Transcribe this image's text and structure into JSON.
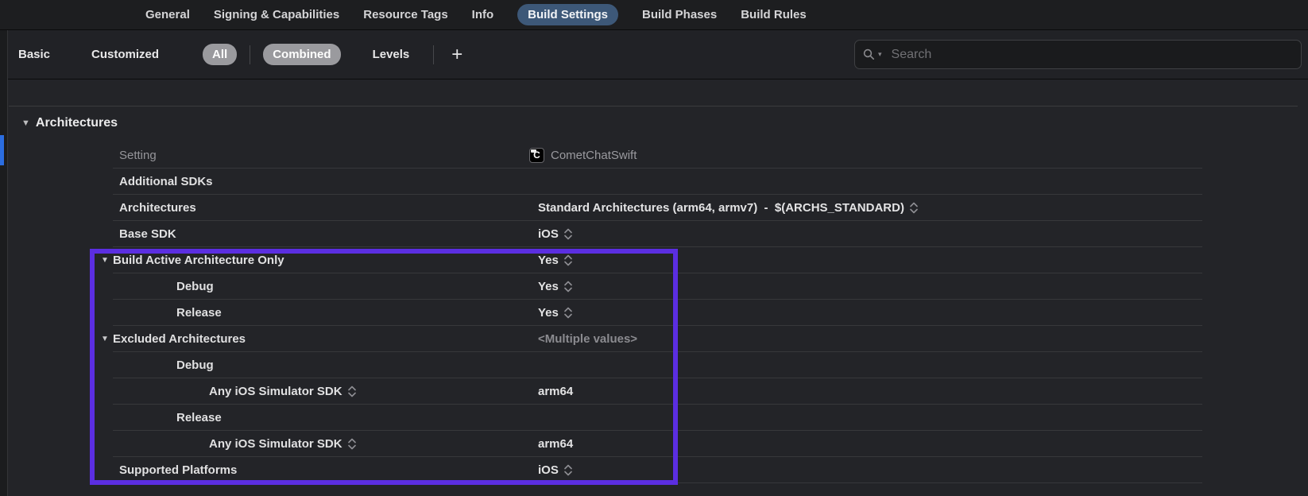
{
  "tabs": {
    "items": [
      {
        "label": "General",
        "selected": false
      },
      {
        "label": "Signing & Capabilities",
        "selected": false
      },
      {
        "label": "Resource Tags",
        "selected": false
      },
      {
        "label": "Info",
        "selected": false
      },
      {
        "label": "Build Settings",
        "selected": true
      },
      {
        "label": "Build Phases",
        "selected": false
      },
      {
        "label": "Build Rules",
        "selected": false
      }
    ],
    "selected_pill_color": "#3d5878"
  },
  "scope_bar": {
    "basic": "Basic",
    "customized": "Customized",
    "all": "All",
    "combined": "Combined",
    "levels": "Levels",
    "add": "+",
    "pill_color": "#9a9a9e",
    "search_placeholder": "Search"
  },
  "section": {
    "title": "Architectures"
  },
  "table": {
    "header": {
      "setting_label": "Setting",
      "target_name": "CometChatSwift",
      "target_icon_letter": "C"
    },
    "rows": [
      {
        "label": "Additional SDKs",
        "value": ""
      },
      {
        "label": "Architectures",
        "value": "Standard Architectures (arm64, armv7)  -  $(ARCHS_STANDARD)"
      },
      {
        "label": "Base SDK",
        "value": "iOS"
      },
      {
        "label": "Build Active Architecture Only",
        "value": "Yes",
        "disclosure": true
      },
      {
        "label": "Debug",
        "value": "Yes",
        "indent": 1
      },
      {
        "label": "Release",
        "value": "Yes",
        "indent": 1
      },
      {
        "label": "Excluded Architectures",
        "value": "<Multiple values>",
        "disclosure": true
      },
      {
        "label": "Debug",
        "value": "",
        "indent": 1
      },
      {
        "label": "Any iOS Simulator SDK",
        "value": "arm64",
        "indent": 2
      },
      {
        "label": "Release",
        "value": "",
        "indent": 1
      },
      {
        "label": "Any iOS Simulator SDK",
        "value": "arm64",
        "indent": 2
      },
      {
        "label": "Supported Platforms",
        "value": "iOS"
      }
    ]
  },
  "highlight": {
    "color": "#5b2ee1"
  },
  "navigator": {
    "selection_color": "#2b6de0"
  }
}
